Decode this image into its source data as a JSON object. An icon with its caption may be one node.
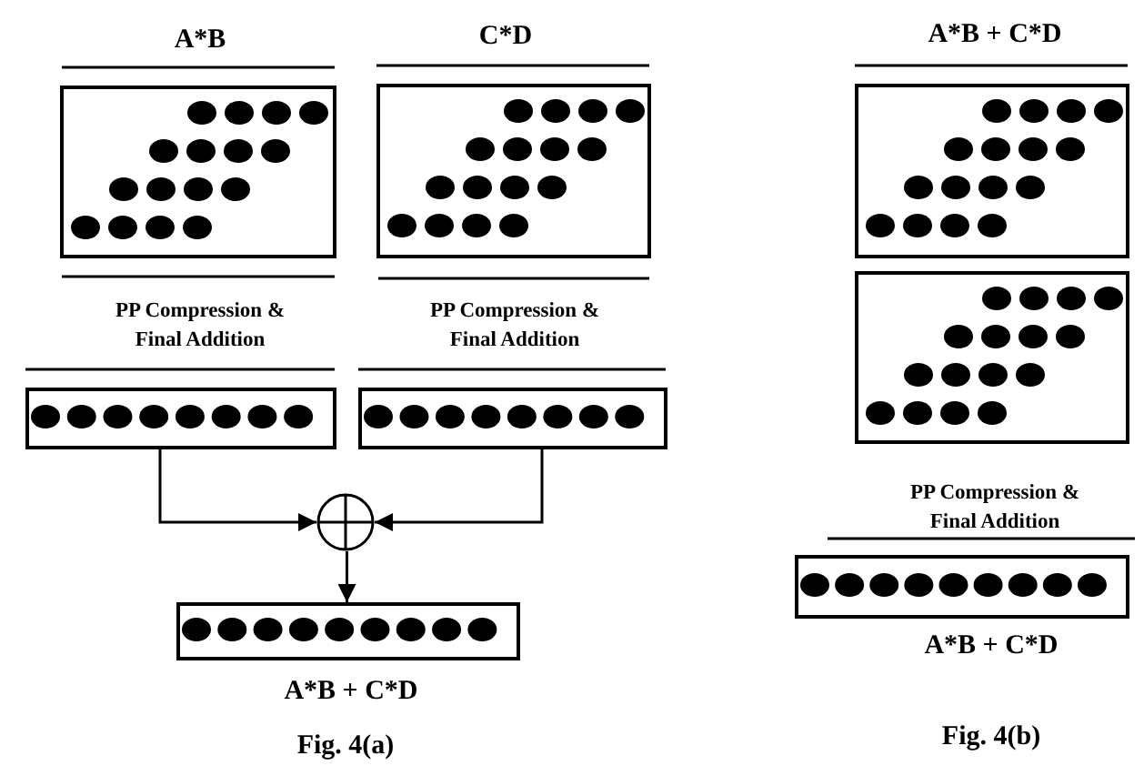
{
  "diagram": {
    "nodes": [
      {
        "text": [],
        "shape": "box"
      },
      {
        "text": [],
        "shape": "box"
      },
      {
        "text": [],
        "shape": "box"
      },
      {
        "text": [],
        "shape": "box"
      },
      {
        "text": [],
        "shape": "circle"
      },
      {
        "text": [],
        "shape": "box",
        "beside": [
          "A*B + C*D"
        ]
      },
      {
        "text": [],
        "shape": "box"
      },
      {
        "text": [],
        "shape": "box"
      },
      {
        "text": [],
        "shape": "box",
        "beside": [
          "A*B + C*D"
        ]
      }
    ],
    "edges": [
      {
        "from": 2,
        "to": 4,
        "arrow": "to"
      },
      {
        "from": 3,
        "to": 4,
        "arrow": "to"
      },
      {
        "from": 4,
        "to": 5,
        "arrow": "to"
      }
    ],
    "labels": [
      "A*B",
      "C*D",
      "A*B + C*D",
      "PP Compression & Final Addition",
      "PP Compression & Final Addition",
      "PP Compression & Final Addition",
      "Fig. 4(a)",
      "Fig. 4(b)"
    ]
  }
}
